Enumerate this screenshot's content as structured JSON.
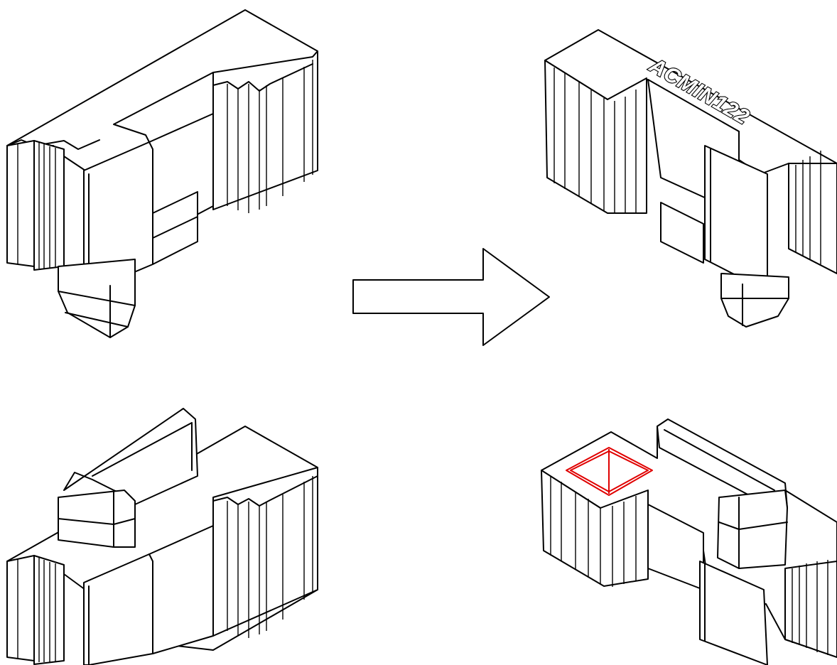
{
  "figure": {
    "engraved_label": "ACMIN122",
    "highlight_color": "#e00000",
    "line_color": "#000000",
    "background": "#ffffff",
    "views": [
      "top-before",
      "top-after",
      "bottom-before",
      "bottom-after"
    ],
    "arrow": "right"
  }
}
